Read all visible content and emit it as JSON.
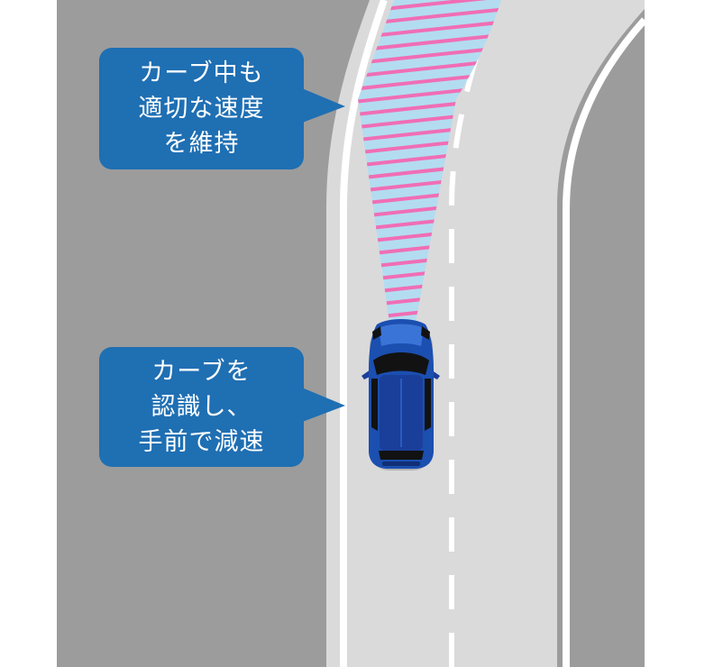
{
  "callouts": {
    "top": {
      "lines": [
        "カーブ中も",
        "適切な速度",
        "を維持"
      ]
    },
    "bottom": {
      "lines": [
        "カーブを",
        "認識し、",
        "手前で減速"
      ]
    }
  },
  "colors": {
    "background": "#ffffff",
    "outer_ground": "#9c9c9c",
    "road_surface": "#dadada",
    "lane_line": "#ffffff",
    "callout_fill": "#1f6fb3",
    "sensor_fill": "#b3dcf1",
    "sensor_stripe": "#f06eb4",
    "car_body": "#1b4fb0",
    "car_roof": "#1a3f9a",
    "car_glass": "#121212"
  },
  "icons": {
    "vehicle": "car-top-view-icon",
    "sensor": "radar-beam-icon"
  }
}
